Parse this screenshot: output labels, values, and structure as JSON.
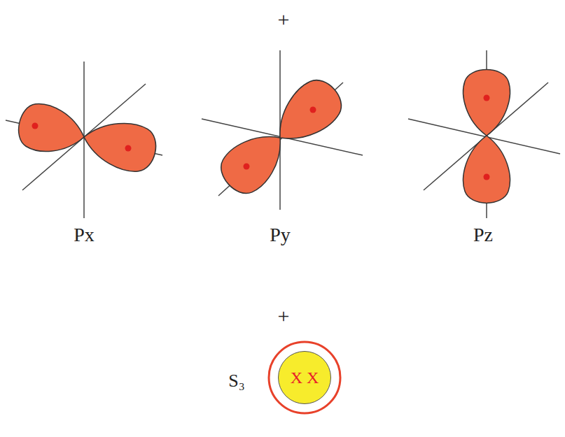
{
  "diagram": {
    "nodes": [
      {
        "text": [
          "X X"
        ]
      }
    ],
    "labels": [
      "+",
      "Px",
      "Py",
      "Pz",
      "+",
      "S₃"
    ]
  }
}
